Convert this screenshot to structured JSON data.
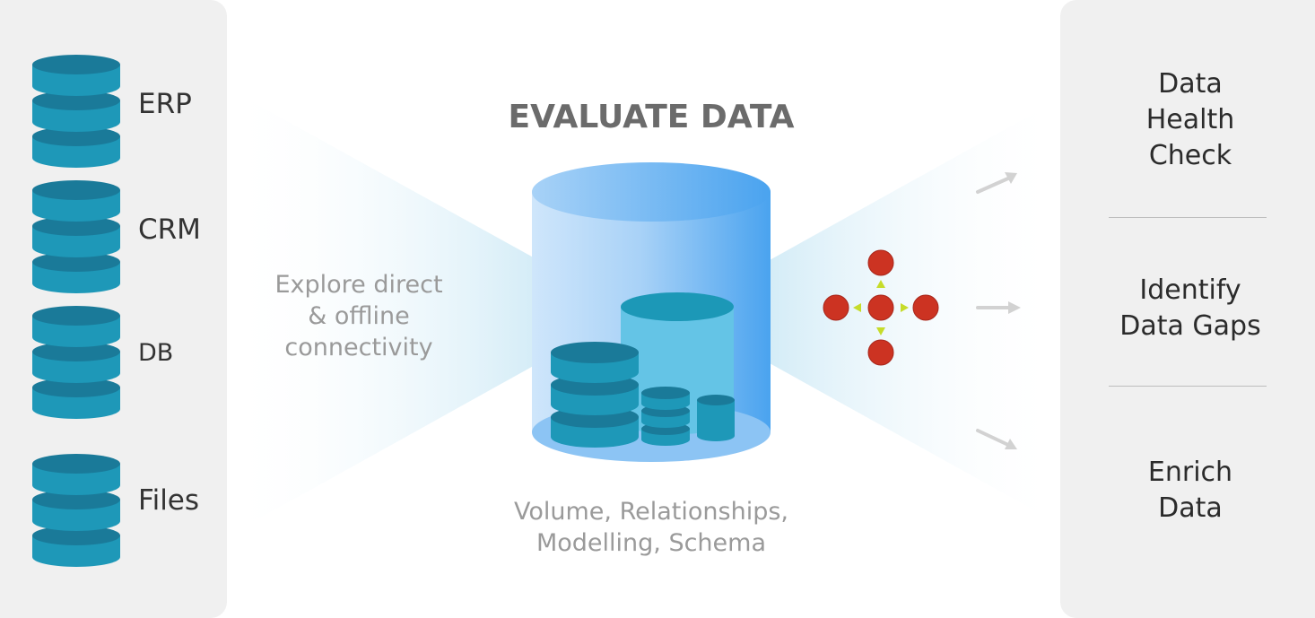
{
  "title": "EVALUATE DATA",
  "sources": [
    {
      "label": "ERP"
    },
    {
      "label": "CRM"
    },
    {
      "label": "DB"
    },
    {
      "label": "Files"
    }
  ],
  "left_caption": "Explore direct\n& offline\nconnectivity",
  "center_caption": "Volume, Relationships,\nModelling, Schema",
  "outputs": [
    {
      "label": "Data\nHealth\nCheck"
    },
    {
      "label": "Identify\nData Gaps"
    },
    {
      "label": "Enrich\nData"
    }
  ],
  "colors": {
    "panel": "#f0f0f0",
    "disk_top": "#1a7a99",
    "disk_side": "#1e98b8",
    "node": "#cc3322",
    "node_arrow": "#c6dc2a",
    "arrow": "#d2d2d2"
  }
}
